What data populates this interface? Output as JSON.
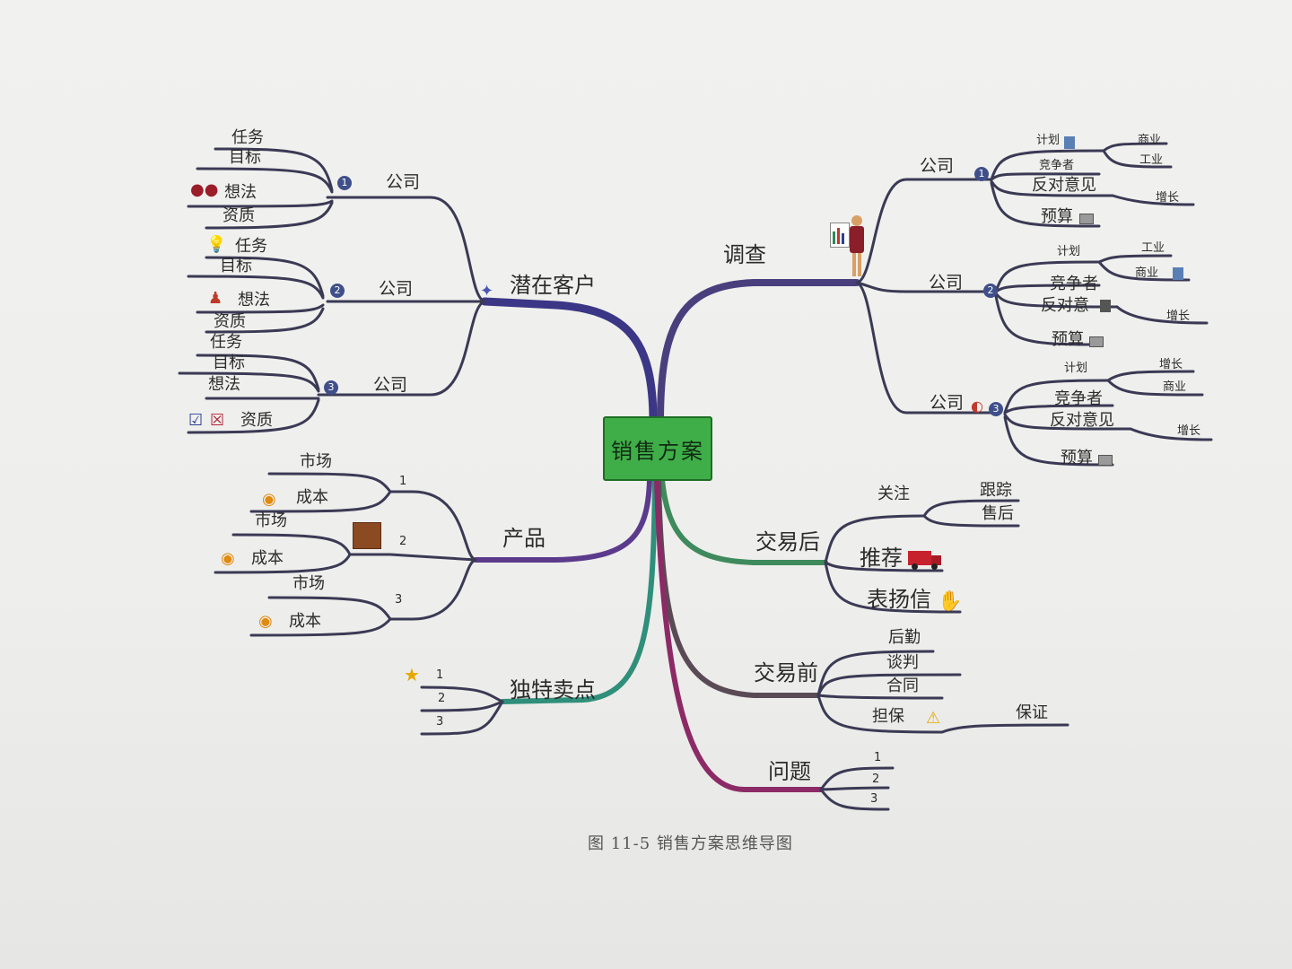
{
  "diagram": {
    "center": "销售方案",
    "caption": "图 11-5  销售方案思维导图",
    "colors": {
      "center_fill": "#3fae48",
      "branch_potential": "#3b3685",
      "branch_survey": "#4a3f7d",
      "branch_product": "#5b3a8c",
      "branch_usp": "#2f8f7a",
      "branch_after": "#3e8a5c",
      "branch_before": "#5a4a55",
      "branch_issue": "#8c2a66",
      "sub_line": "#3a3a55"
    },
    "potential": {
      "label": "潜在客户",
      "c1": {
        "num": "1",
        "label": "公司",
        "items": [
          "任务",
          "目标",
          "想法",
          "资质"
        ]
      },
      "c2": {
        "num": "2",
        "label": "公司",
        "items": [
          "任务",
          "目标",
          "想法",
          "资质"
        ]
      },
      "c3": {
        "num": "3",
        "label": "公司",
        "items": [
          "任务",
          "目标",
          "想法",
          "资质"
        ]
      }
    },
    "product": {
      "label": "产品",
      "p1": {
        "num": "1",
        "market": "市场",
        "cost": "成本"
      },
      "p2": {
        "num": "2",
        "market": "市场",
        "cost": "成本"
      },
      "p3": {
        "num": "3",
        "market": "市场",
        "cost": "成本"
      }
    },
    "usp": {
      "label": "独特卖点",
      "items": [
        "1",
        "2",
        "3"
      ]
    },
    "survey": {
      "label": "调查",
      "c1": {
        "num": "1",
        "label": "公司",
        "plan": "计划",
        "plan_subs": [
          "商业",
          "工业"
        ],
        "comp": "竞争者",
        "object": "反对意见",
        "object_sub": "增长",
        "budget": "预算"
      },
      "c2": {
        "num": "2",
        "label": "公司",
        "plan": "计划",
        "plan_subs": [
          "工业",
          "商业"
        ],
        "comp": "竞争者",
        "object": "反对意",
        "object_sub": "增长",
        "budget": "预算"
      },
      "c3": {
        "num": "3",
        "label": "公司",
        "plan": "计划",
        "plan_subs": [
          "增长",
          "商业"
        ],
        "comp": "竞争者",
        "object": "反对意见",
        "object_sub": "增长",
        "budget": "预算"
      }
    },
    "after": {
      "label": "交易后",
      "follow": "关注",
      "follow_subs": [
        "跟踪",
        "售后"
      ],
      "recommend": "推荐",
      "praise": "表扬信"
    },
    "before": {
      "label": "交易前",
      "items": [
        "后勤",
        "谈判",
        "合同"
      ],
      "guarantee": "担保",
      "guarantee_sub": "保证"
    },
    "issue": {
      "label": "问题",
      "items": [
        "1",
        "2",
        "3"
      ]
    }
  }
}
